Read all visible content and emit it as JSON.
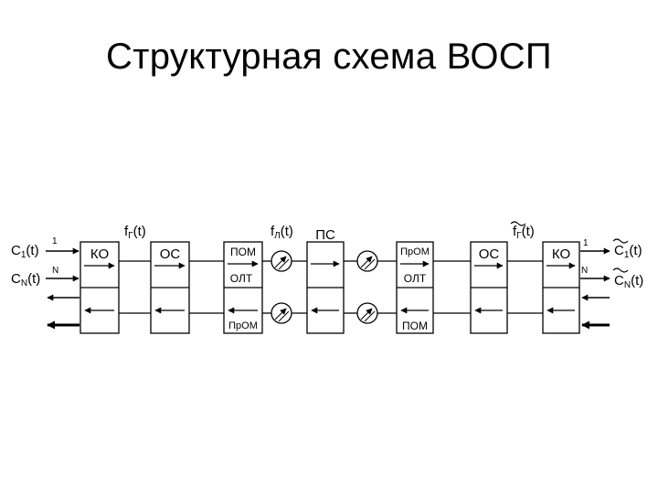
{
  "slide": {
    "title": "Структурная схема ВОСП"
  },
  "diagram": {
    "inputs": {
      "c1": "C",
      "c1_sub": "1",
      "c1_arg": "(t)",
      "cn": "C",
      "cn_sub": "N",
      "cn_arg": "(t)",
      "ch1": "1",
      "chN": "N"
    },
    "outputs": {
      "c1": "C",
      "c1_sub": "1",
      "c1_arg": "(t)",
      "cn": "C",
      "cn_sub": "N",
      "cn_arg": "(t)",
      "ch1": "1",
      "chN": "N"
    },
    "signals": {
      "fg_left": "f",
      "fg_left_sub": "Г",
      "fg_left_arg": "(t)",
      "fl": "f",
      "fl_sub": "Л",
      "fl_arg": "(t)",
      "fg_right": "f",
      "fg_right_sub": "Г",
      "fg_right_arg": "(t)"
    },
    "blocks": {
      "ko_left": "КО",
      "os_left": "ОС",
      "pom_left_top": "ПОМ",
      "olt_left_top": "ОЛТ",
      "prom_left_bottom": "ПрОМ",
      "ps": "ПС",
      "prom_right_top": "ПрОМ",
      "olt_right_top": "ОЛТ",
      "pom_right_bottom": "ПОМ",
      "os_right": "ОС",
      "ko_right": "КО"
    }
  }
}
